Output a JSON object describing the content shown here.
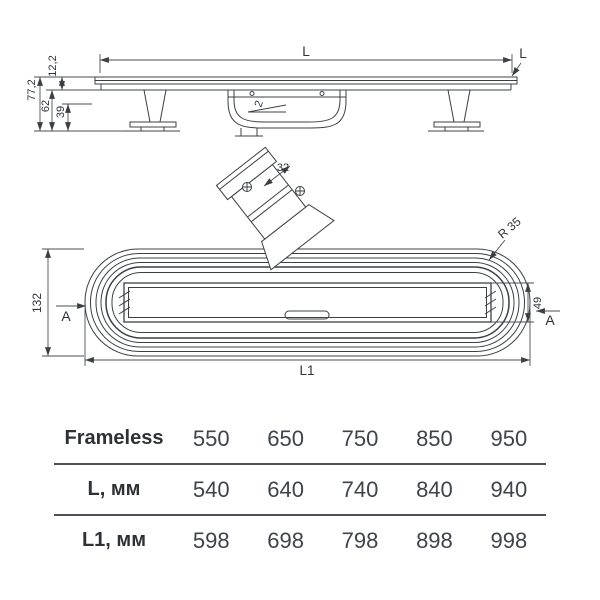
{
  "side_view": {
    "dim_length": "L",
    "dim_length_right": "L",
    "dim_grate_height": "12,2",
    "dim_height_total": "77,2",
    "dim_height_body": "62",
    "dim_height_trap": "39",
    "dim_slope": "2"
  },
  "plan_view": {
    "dim_pipe": "32",
    "dim_radius": "R 35",
    "dim_width": "132",
    "dim_channel_width": "49",
    "section_left": "A",
    "section_right": "A",
    "dim_length_total": "L1"
  },
  "table": {
    "rows": [
      {
        "label": "Frameless",
        "values": [
          "550",
          "650",
          "750",
          "850",
          "950"
        ]
      },
      {
        "label": "L, мм",
        "values": [
          "540",
          "640",
          "740",
          "840",
          "940"
        ]
      },
      {
        "label": "L1, мм",
        "values": [
          "598",
          "698",
          "798",
          "898",
          "998"
        ]
      }
    ]
  }
}
